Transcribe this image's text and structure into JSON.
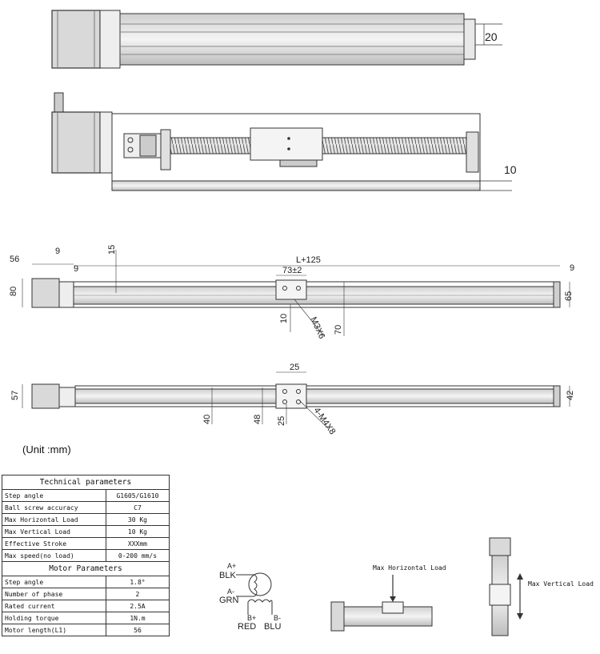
{
  "dimensions": {
    "top_view_1": "20",
    "side_view_1": "10",
    "front_left_width": "56",
    "front_9a": "9",
    "front_9b": "9",
    "front_15": "15",
    "front_length": "L+125",
    "front_slider": "73±2",
    "front_right_9": "9",
    "front_80": "80",
    "front_65": "65",
    "front_10": "10",
    "front_m3": "M3X6",
    "front_70": "70",
    "bottom_25_top": "25",
    "bottom_57": "57",
    "bottom_42": "42",
    "bottom_40": "40",
    "bottom_48": "48",
    "bottom_25": "25",
    "bottom_m4": "4-M4X8"
  },
  "unit_label": "(Unit :mm)",
  "technical": {
    "title": "Technical parameters",
    "rows": [
      {
        "label": "Step angle",
        "value": "G1605/G1610"
      },
      {
        "label": "Ball screw accuracy",
        "value": "C7"
      },
      {
        "label": "Max Horizontal Load",
        "value": "30 Kg"
      },
      {
        "label": "Max Vertical Load",
        "value": "10 Kg"
      },
      {
        "label": "Effective Stroke",
        "value": "XXXmm"
      },
      {
        "label": "Max speed(no load)",
        "value": "0-200 mm/s"
      }
    ]
  },
  "motor": {
    "title": "Motor Parameters",
    "rows": [
      {
        "label": "Step angle",
        "value": "1.8°"
      },
      {
        "label": "Number of phase",
        "value": "2"
      },
      {
        "label": "Rated current",
        "value": "2.5A"
      },
      {
        "label": "Holding torque",
        "value": "1N.m"
      },
      {
        "label": "Motor length(L1)",
        "value": "56"
      }
    ]
  },
  "wiring": {
    "a_plus": "A+",
    "blk": "BLK",
    "a_minus": "A-",
    "grn": "GRN",
    "b_plus": "B+",
    "red": "RED",
    "b_minus": "B-",
    "blu": "BLU"
  },
  "loads": {
    "horizontal": "Max Horizontal Load",
    "vertical": "Max Vertical Load"
  }
}
